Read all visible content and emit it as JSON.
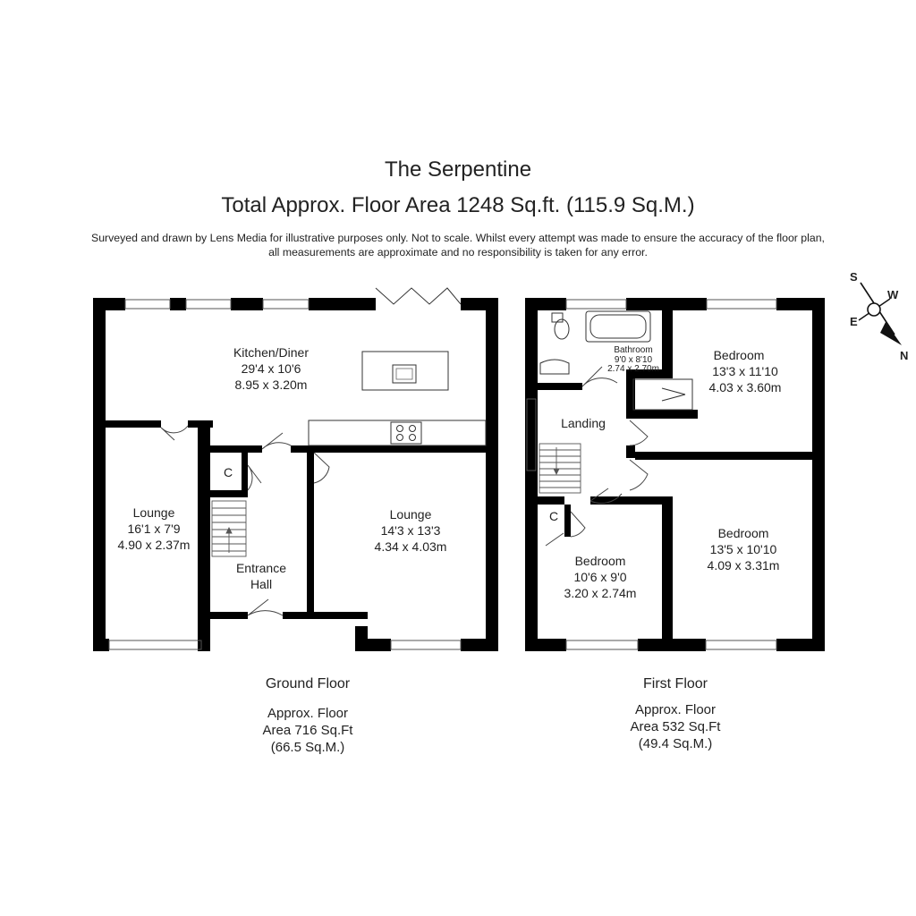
{
  "title": "The Serpentine",
  "subtitle": "Total Approx. Floor Area 1248 Sq.ft. (115.9 Sq.M.)",
  "disclaimer": {
    "line1": "Surveyed and drawn by Lens Media for illustrative purposes only. Not to scale. Whilst every attempt was made to ensure the accuracy of the floor plan,",
    "line2": "all measurements are approximate and no responsibility is taken for any error."
  },
  "compass": {
    "s": "S",
    "w": "W",
    "e": "E",
    "n": "N"
  },
  "ground_floor": {
    "caption": "Ground Floor",
    "area_line1": "Approx. Floor",
    "area_line2": "Area 716 Sq.Ft",
    "area_line3": "(66.5 Sq.M.)",
    "rooms": {
      "kitchen": {
        "name": "Kitchen/Diner",
        "imperial": "29'4 x 10'6",
        "metric": "8.95 x 3.20m"
      },
      "lounge_left": {
        "name": "Lounge",
        "imperial": "16'1 x 7'9",
        "metric": "4.90 x 2.37m"
      },
      "lounge_right": {
        "name": "Lounge",
        "imperial": "14'3 x 13'3",
        "metric": "4.34 x 4.03m"
      },
      "hall": {
        "name_line1": "Entrance",
        "name_line2": "Hall"
      },
      "cupboard": {
        "name": "C"
      }
    }
  },
  "first_floor": {
    "caption": "First Floor",
    "area_line1": "Approx. Floor",
    "area_line2": "Area 532 Sq.Ft",
    "area_line3": "(49.4 Sq.M.)",
    "rooms": {
      "bathroom": {
        "name": "Bathroom",
        "imperial": "9'0 x 8'10",
        "metric": "2.74 x 2.70m"
      },
      "bedroom_top": {
        "name": "Bedroom",
        "imperial": "13'3 x 11'10",
        "metric": "4.03 x 3.60m"
      },
      "landing": {
        "name": "Landing"
      },
      "bedroom_right": {
        "name": "Bedroom",
        "imperial": "13'5 x 10'10",
        "metric": "4.09 x 3.31m"
      },
      "bedroom_small": {
        "name": "Bedroom",
        "imperial": "10'6 x 9'0",
        "metric": "3.20 x 2.74m"
      },
      "cupboard": {
        "name": "C"
      }
    }
  }
}
